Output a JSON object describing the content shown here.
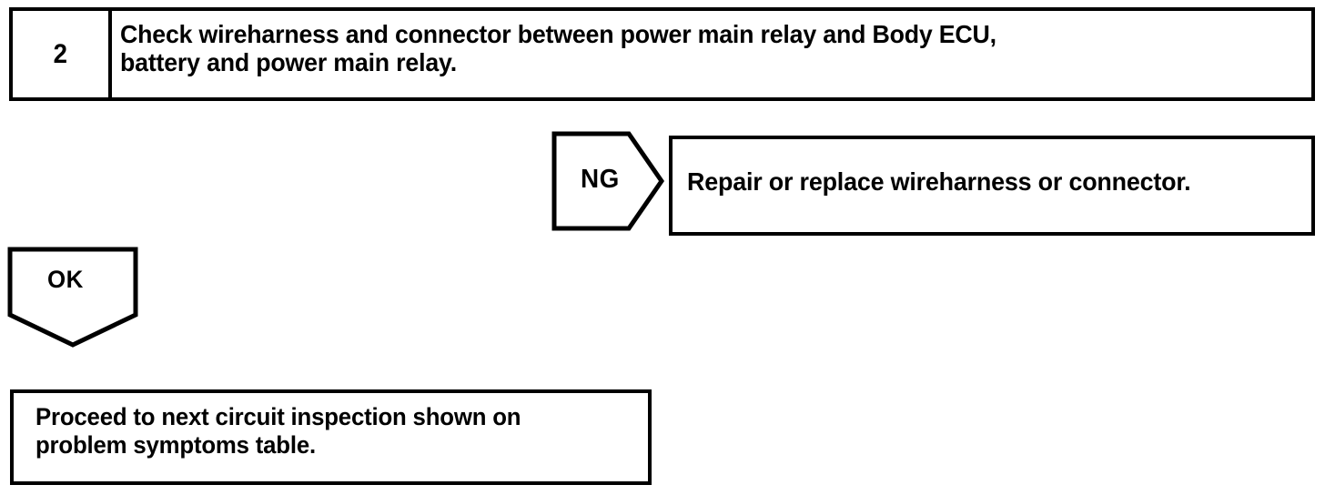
{
  "document": {
    "type": "troubleshooting-flowchart",
    "background_color": "#ffffff",
    "line_color": "#000000"
  },
  "step": {
    "number": "2",
    "instruction": "Check wireharness and connector between power main relay and Body ECU,\nbattery and power main relay."
  },
  "branch_ng": {
    "label": "NG",
    "shape": "right-pointing-pentagon-arrow",
    "result_text": "Repair or replace wireharness or connector."
  },
  "branch_ok": {
    "label": "OK",
    "shape": "down-pointing-pentagon-arrow",
    "result_text": "Proceed to next circuit inspection shown on\nproblem symptoms table."
  }
}
